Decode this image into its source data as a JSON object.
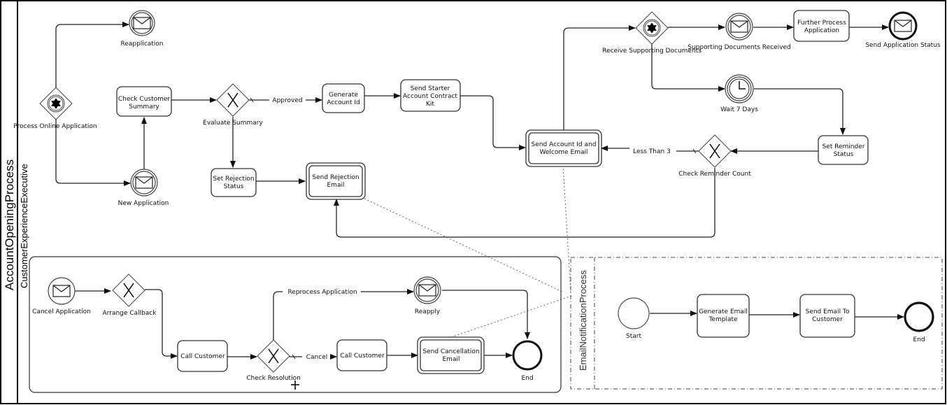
{
  "pool": {
    "title": "AccountOpeningProcess"
  },
  "lane": {
    "title": "CustomerExperienceExecutive"
  },
  "main_flow": {
    "gateways": {
      "process_online": "Process Online Application",
      "evaluate": "Evaluate Summary",
      "receive_docs": "Receive Supporting Documents",
      "check_reminder": "Check Reminder Count"
    },
    "events": {
      "reapplication": "Reapplication",
      "new_application": "New Application",
      "supporting_received": "Supporting Documents Received",
      "send_status": "Send Application Status",
      "wait": "Wait 7 Days"
    },
    "tasks": {
      "check_customer": [
        "Check Customer",
        "Summary"
      ],
      "generate_id": [
        "Generate",
        "Account Id"
      ],
      "starter_kit": [
        "Send Starter",
        "Account Contract",
        "Kit"
      ],
      "set_rejection": [
        "Set Rejection",
        "Status"
      ],
      "send_rejection": [
        "Send Rejection",
        "Email"
      ],
      "send_welcome": [
        "Send Account Id and",
        "Welcome Email"
      ],
      "further_process": [
        "Further Process",
        "Application"
      ],
      "set_reminder": [
        "Set Reminder",
        "Status"
      ]
    },
    "flow_labels": {
      "approved": "Approved",
      "less_than_3": "Less Than 3"
    }
  },
  "event_subprocess": {
    "events": {
      "cancel_application": "Cancel Application",
      "reapply": "Reapply",
      "end": "End"
    },
    "gateways": {
      "arrange_callback": "Arrange Callback",
      "check_resolution": "Check Resolution"
    },
    "tasks": {
      "call_customer_1": [
        "Call Customer"
      ],
      "call_customer_2": [
        "Call Customer"
      ],
      "send_cancellation": [
        "Send Cancellation",
        "Email"
      ]
    },
    "flow_labels": {
      "reprocess": "Reprocess Application",
      "cancel": "Cancel"
    }
  },
  "email_notification": {
    "title": "EmailNotificationProcess",
    "events": {
      "start": "Start",
      "end": "End"
    },
    "tasks": {
      "generate_template": [
        "Generate Email",
        "Template"
      ],
      "send_email": [
        "Send Email To",
        "Customer"
      ]
    }
  }
}
